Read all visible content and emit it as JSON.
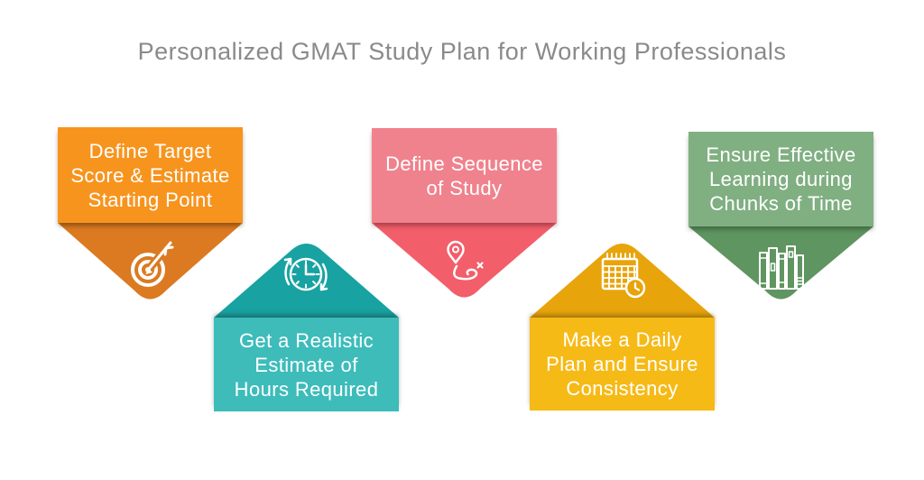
{
  "title": "Personalized GMAT Study Plan for Working Professionals",
  "title_color": "#8a8a8a",
  "background": "#ffffff",
  "text_color": "#ffffff",
  "steps": [
    {
      "label": "Define Target Score & Estimate Starting Point",
      "lines": [
        "Define Target",
        "Score & Estimate",
        "Starting Point"
      ],
      "icon": "target-dart-icon",
      "direction": "down",
      "rect_color": "#F7941E",
      "triangle_color": "#DB7A21"
    },
    {
      "label": "Get a Realistic Estimate of Hours Required",
      "lines": [
        "Get a Realistic",
        "Estimate of",
        "Hours Required"
      ],
      "icon": "clock-refresh-icon",
      "direction": "up",
      "rect_color": "#3DBCBA",
      "triangle_color": "#18A2A2"
    },
    {
      "label": "Define Sequence of Study",
      "lines": [
        "Define Sequence",
        "of Study"
      ],
      "icon": "route-icon",
      "direction": "down",
      "rect_color": "#F0828D",
      "triangle_color": "#F25E6A"
    },
    {
      "label": "Make a Daily Plan and Ensure Consistency",
      "lines": [
        "Make a Daily",
        "Plan and Ensure",
        "Consistency"
      ],
      "icon": "calendar-clock-icon",
      "direction": "up",
      "rect_color": "#F6BA17",
      "triangle_color": "#E8A40B"
    },
    {
      "label": "Ensure Effective Learning during Chunks of Time",
      "lines": [
        "Ensure Effective",
        "Learning during",
        "Chunks of Time"
      ],
      "icon": "books-icon",
      "direction": "down",
      "rect_color": "#80AF82",
      "triangle_color": "#5F9560"
    }
  ]
}
